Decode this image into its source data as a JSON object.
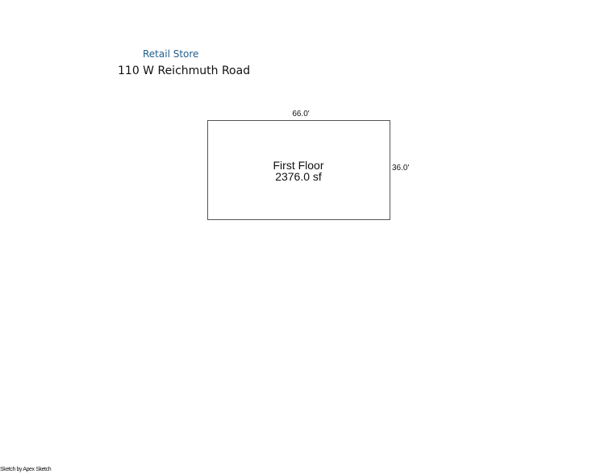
{
  "header": {
    "property_type": "Retail Store",
    "address": "110 W Reichmuth Road"
  },
  "sketch": {
    "area_name": "First Floor",
    "area_size": "2376.0 sf",
    "width_label": "66.0'",
    "depth_label": "36.0'",
    "line_color": "#555555"
  },
  "footer": {
    "credit": "Sketch by Apex Sketch"
  }
}
